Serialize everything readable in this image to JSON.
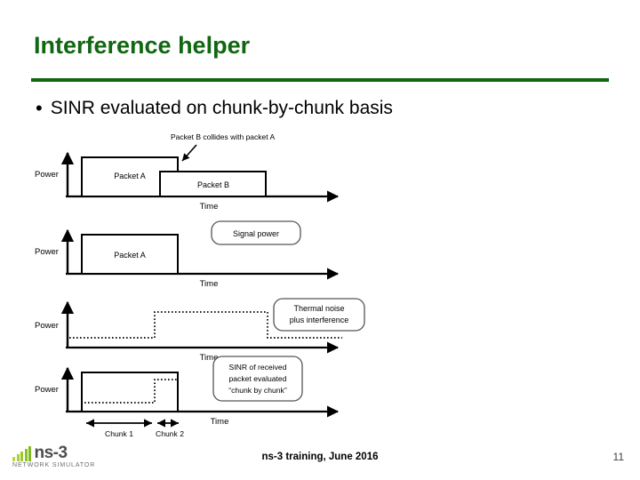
{
  "slide": {
    "title": "Interference helper",
    "bullet_marker": "•",
    "bullet_text": "SINR evaluated on chunk-by-chunk basis",
    "accent_color": "#116611",
    "page_number": "11",
    "footer_text": "ns-3 training, June 2016"
  },
  "logo": {
    "wordmark": "ns-3",
    "subtitle": "NETWORK SIMULATOR",
    "bar_color": "#8fbf26",
    "word_color": "#4d4d4d"
  },
  "diagram": {
    "type": "timing-diagram",
    "description": "Four stacked Power-vs-Time timing charts illustrating chunk-by-chunk SINR evaluation",
    "charts": [
      {
        "id": "chart-1",
        "y_axis_label": "Power",
        "x_axis_label": "Time",
        "boxes": [
          {
            "label": "Packet A",
            "x_start": 0.1,
            "x_end": 0.52,
            "height": 0.82
          },
          {
            "label": "Packet B",
            "x_start": 0.52,
            "x_end": 0.81,
            "height": 0.55
          }
        ],
        "annotation": "Packet B collides with packet A"
      },
      {
        "id": "chart-2",
        "y_axis_label": "Power",
        "x_axis_label": "Time",
        "boxes": [
          {
            "label": "Packet A",
            "x_start": 0.1,
            "x_end": 0.52,
            "height": 0.82
          }
        ],
        "callout": "Signal power"
      },
      {
        "id": "chart-3",
        "y_axis_label": "Power",
        "x_axis_label": "Time",
        "steps": [
          {
            "x_start": 0.03,
            "x_end": 0.42,
            "level": 0.1
          },
          {
            "x_start": 0.42,
            "x_end": 0.81,
            "level": 0.62
          },
          {
            "x_start": 0.81,
            "x_end": 1.0,
            "level": 0.1
          }
        ],
        "callout_line_1": "Thermal noise",
        "callout_line_2": "plus interference"
      },
      {
        "id": "chart-4",
        "y_axis_label": "Power",
        "x_axis_label": "Time",
        "boxes": [
          {
            "label": "",
            "x_start": 0.1,
            "x_end": 0.52,
            "height": 0.82
          }
        ],
        "steps": [
          {
            "x_start": 0.11,
            "x_end": 0.42,
            "level": 0.16
          },
          {
            "x_start": 0.42,
            "x_end": 0.52,
            "level": 0.62
          }
        ],
        "callout_line_1": "SINR of received",
        "callout_line_2": "packet evaluated",
        "callout_line_3": "“chunk by chunk”",
        "chunk_labels": [
          "Chunk 1",
          "Chunk 2"
        ]
      }
    ]
  }
}
